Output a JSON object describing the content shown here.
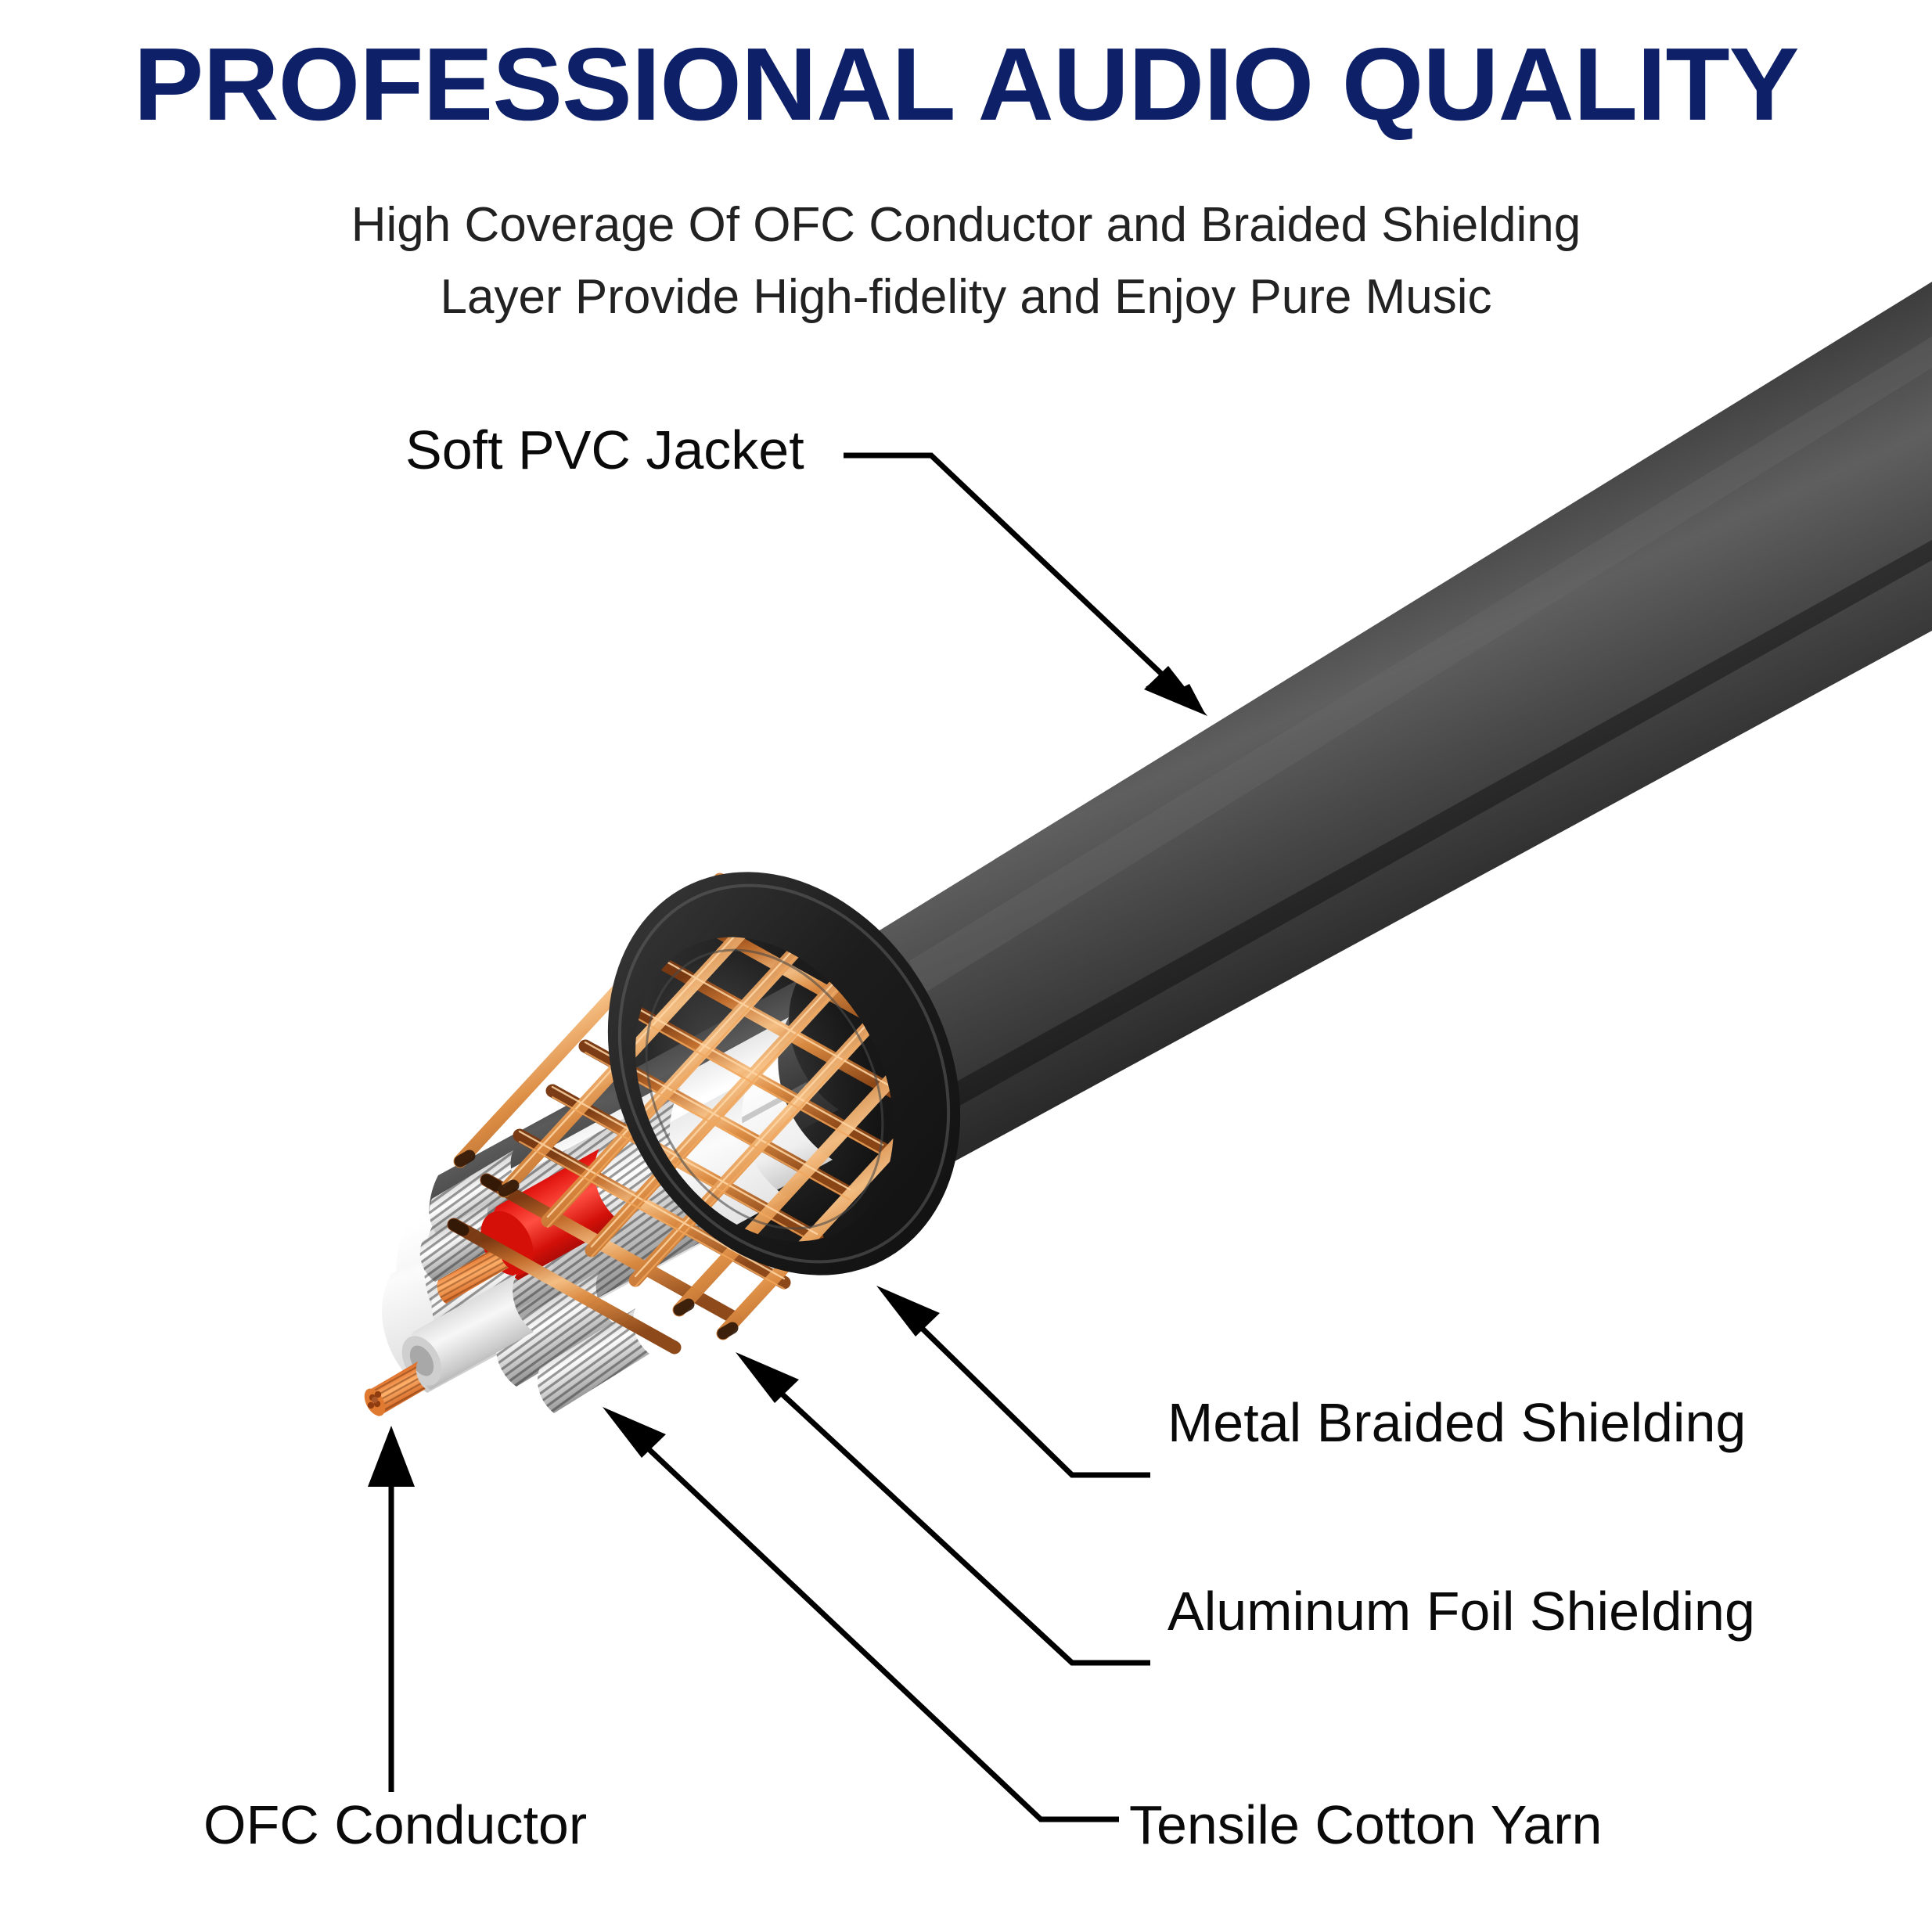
{
  "header": {
    "title": "PROFESSIONAL AUDIO QUALITY",
    "title_color": "#0d2068",
    "subtitle_line1": "High Coverage Of OFC Conductor and Braided Shielding",
    "subtitle_line2": "Layer Provide High-fidelity and Enjoy Pure Music",
    "subtitle_color": "#222222"
  },
  "diagram": {
    "name": "audio-cable-cutaway",
    "background": "#ffffff",
    "labels": [
      {
        "id": "soft-pvc-jacket",
        "text": "Soft PVC Jacket"
      },
      {
        "id": "metal-braided-shielding",
        "text": "Metal Braided Shielding"
      },
      {
        "id": "aluminum-foil-shielding",
        "text": "Aluminum Foil Shielding"
      },
      {
        "id": "tensile-cotton-yarn",
        "text": "Tensile Cotton Yarn"
      },
      {
        "id": "ofc-conductor",
        "text": "OFC Conductor"
      }
    ],
    "layer_colors": {
      "pvc_jacket": "#1b1b1b",
      "jacket_highlight": "#5c5c5c",
      "copper_braid": "#d2762c",
      "copper_braid_light": "#f0a861",
      "aluminum_foil": "#f2f2f2",
      "cotton_yarn": "#d9d9d9",
      "tinned_strands": "#bdbdbd",
      "core_insulation_red": "#e8120c",
      "core_insulation_white": "#dddddd",
      "ofc_conductor": "#c8652a",
      "leader_line": "#000000"
    }
  }
}
